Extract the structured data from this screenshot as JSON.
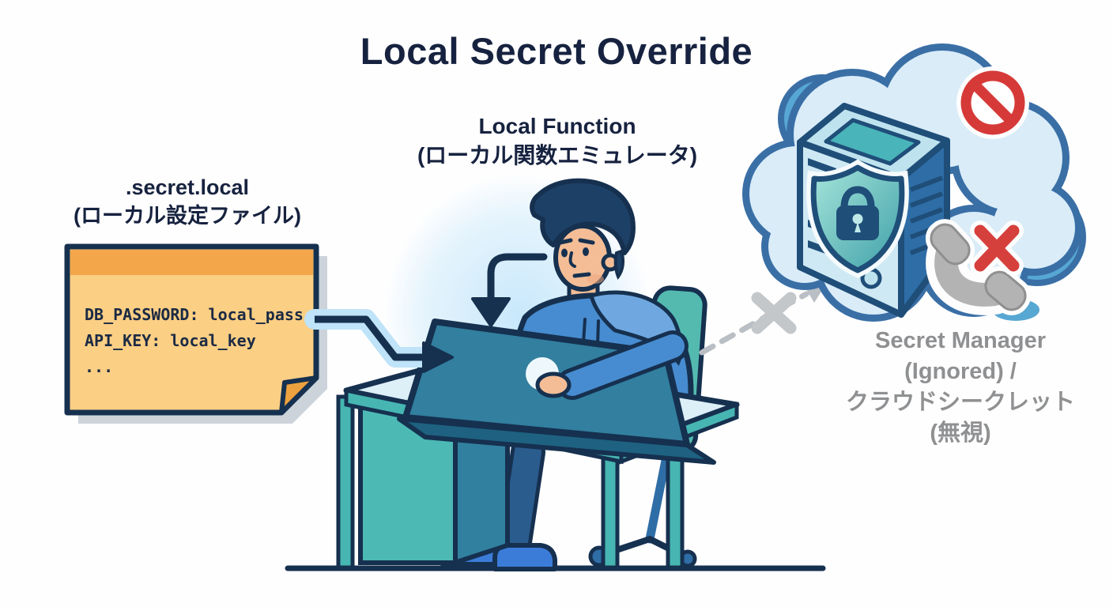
{
  "title": "Local Secret Override",
  "labels": {
    "note": {
      "en": ".secret.local",
      "ja": "(ローカル設定ファイル)"
    },
    "function": {
      "en": "Local Function",
      "ja": "(ローカル関数エミュレータ)"
    },
    "secret_manager": {
      "lines": [
        "Secret Manager",
        "(Ignored) /",
        "クラウドシークレット",
        "(無視)"
      ]
    }
  },
  "note": {
    "lines": [
      "DB_PASSWORD: local_pass",
      "API_KEY: local_key",
      "..."
    ]
  },
  "icons": {
    "sticky_note": "sticky-note-icon",
    "note_to_laptop": "note-arrow-icon",
    "down_arrow": "down-arrow-icon",
    "developer": "developer-at-desk-illustration",
    "laptop": "laptop-icon",
    "dashed_arrow": "blocked-dashed-arrow-icon",
    "gray_x": "gray-x-icon",
    "cloud": "cloud-icon",
    "server": "server-icon",
    "shield_lock": "shield-lock-icon",
    "no_entry": "no-entry-icon",
    "phone_blocked": "phone-blocked-icon",
    "red_x": "red-x-icon"
  },
  "colors": {
    "background": "#fefefe",
    "outline_navy": "#16304f",
    "title_navy": "#16223f",
    "note_header": "#f3a64a",
    "note_body": "#fbcf84",
    "note_fold": "#eda23f",
    "note_shadow": "#ccd3db",
    "teal": "#47b6b2",
    "desk_top": "#ddeff7",
    "hoodie_blue": "#478cd0",
    "skin": "#f4bd96",
    "cloud_fill": "#d9ecf8",
    "cloud_stroke": "#3a6fa6",
    "cloud_accent": "#57a7d3",
    "alert_red": "#d63a38",
    "gray_label": "#8f9092",
    "gray_icon": "#b3b3b3",
    "arrow_halo": "#bfe3f8"
  }
}
